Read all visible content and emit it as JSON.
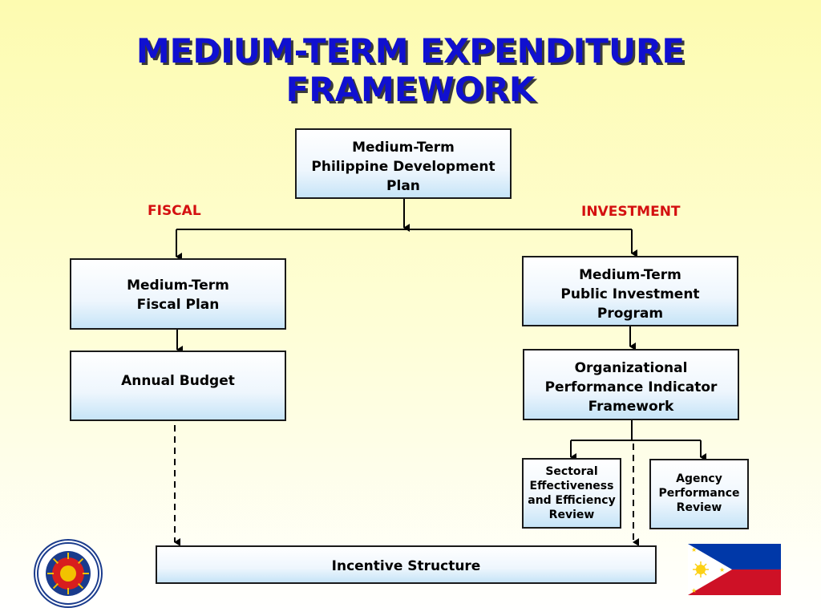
{
  "title": {
    "line1": "MEDIUM-TERM EXPENDITURE",
    "line2": "FRAMEWORK"
  },
  "labels": {
    "fiscal": "FISCAL",
    "investment": "INVESTMENT"
  },
  "boxes": {
    "mtpdp": "Medium-Term\nPhilippine Development\nPlan",
    "fiscal_plan": "Medium-Term\nFiscal Plan",
    "annual_budget": "Annual Budget",
    "mtpip": "Medium-Term\nPublic Investment\nProgram",
    "opif": "Organizational\nPerformance Indicator\nFramework",
    "seer": "Sectoral\nEffectiveness\nand Efficiency\nReview",
    "apr": "Agency\nPerformance\nReview",
    "incentive": "Incentive Structure"
  },
  "logos": {
    "seal_icon": "dbm-seal-icon",
    "flag_icon": "philippine-flag-icon"
  },
  "colors": {
    "title": "#1010d0",
    "label": "#d41010",
    "flag_blue": "#0038a8",
    "flag_red": "#ce1126",
    "flag_yellow": "#fcd116"
  }
}
